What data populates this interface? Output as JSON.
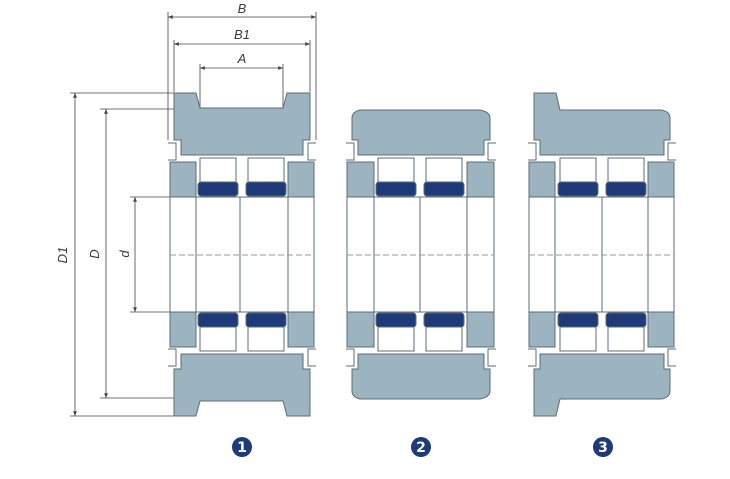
{
  "dimensions": {
    "B": "B",
    "B1": "B1",
    "A": "A",
    "D1": "D1",
    "D": "D",
    "d": "d"
  },
  "variants": [
    {
      "id": "variant-1",
      "label": "1",
      "outer_profile": "flanged-with-groove"
    },
    {
      "id": "variant-2",
      "label": "2",
      "outer_profile": "crowned"
    },
    {
      "id": "variant-3",
      "label": "3",
      "outer_profile": "single-flange"
    }
  ],
  "colors": {
    "housing": "#9bb4bf",
    "roller_band": "#1f3a78",
    "outline": "#5c6d75",
    "badge": "#1f3a78",
    "dimension_line": "#444444"
  }
}
